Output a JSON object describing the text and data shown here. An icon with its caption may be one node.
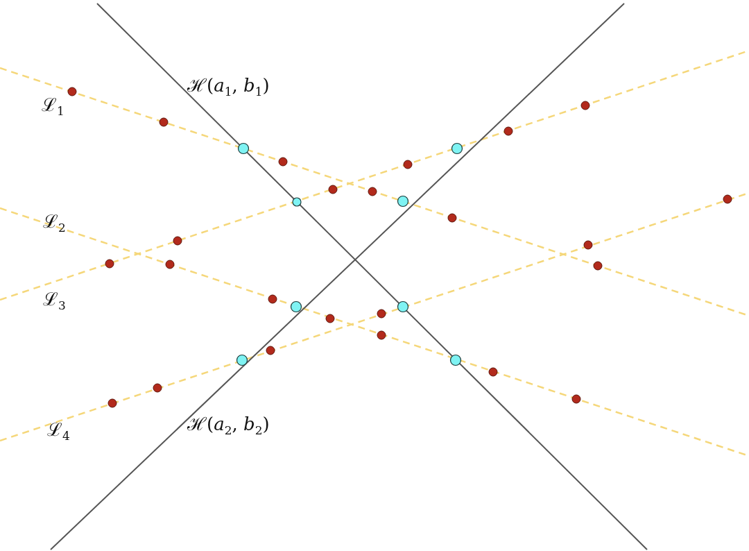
{
  "diagram": {
    "labels": [
      "ℒ$_{1}$",
      "ℋ(*a*$_{1}$, *b*$_{1}$)",
      "ℒ$_{2}$",
      "ℒ$_{3}$",
      "ℒ$_{4}$",
      "ℋ(*a*$_{2}$, *b*$_{2}$)"
    ]
  }
}
